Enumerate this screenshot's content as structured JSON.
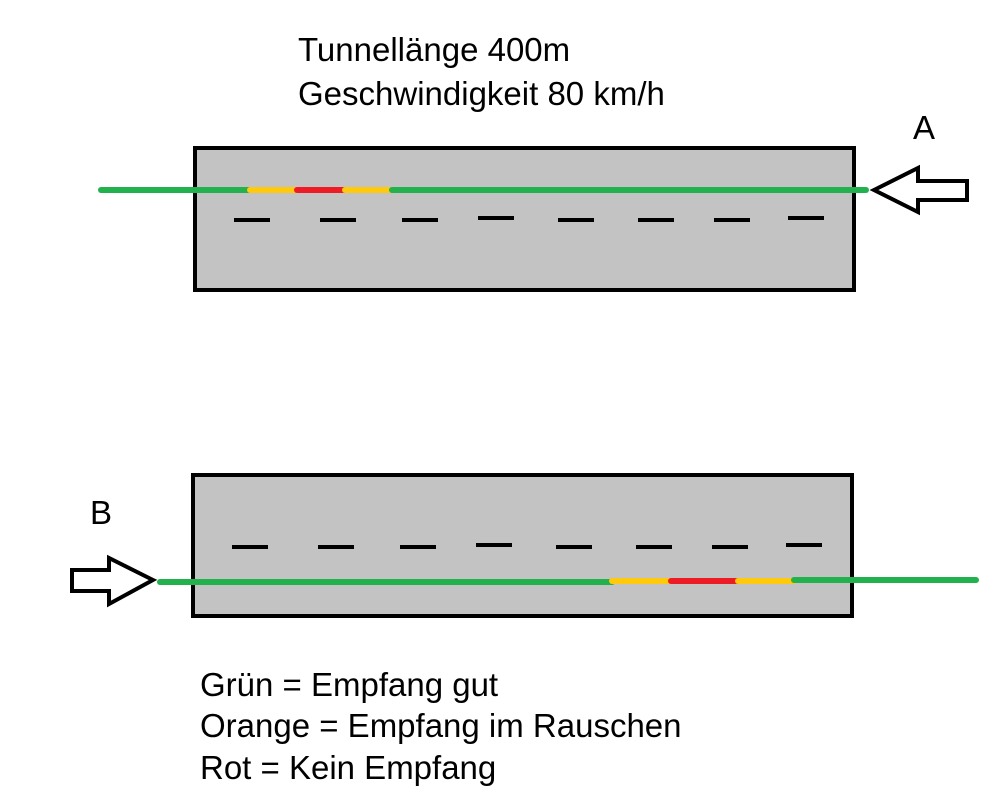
{
  "header": {
    "line1": "Tunnellänge 400m",
    "line2": "Geschwindigkeit 80 km/h"
  },
  "tunnel_a": {
    "label": "A",
    "direction": "right-to-left",
    "signal_segments": [
      {
        "status": "green"
      },
      {
        "status": "orange"
      },
      {
        "status": "red"
      },
      {
        "status": "orange"
      },
      {
        "status": "green"
      }
    ]
  },
  "tunnel_b": {
    "label": "B",
    "direction": "left-to-right",
    "signal_segments": [
      {
        "status": "green"
      },
      {
        "status": "orange"
      },
      {
        "status": "red"
      },
      {
        "status": "orange"
      },
      {
        "status": "green"
      }
    ]
  },
  "legend": {
    "green": "Grün = Empfang gut",
    "orange": "Orange = Empfang im Rauschen",
    "red": "Rot = Kein Empfang"
  },
  "colors": {
    "green": "#22b14c",
    "orange": "#ffc90e",
    "red": "#ed1c24",
    "tunnel_fill": "#c3c3c3",
    "outline": "#000000"
  }
}
